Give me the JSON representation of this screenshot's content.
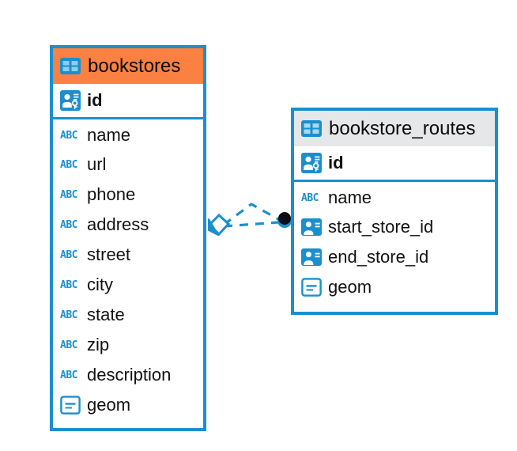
{
  "diagram": {
    "type": "entity-relationship-diagram",
    "background": "#ffffff",
    "accent_color": "#1b8fce",
    "highlight_color": "#fa8142",
    "neutral_header_color": "#e6e7e8"
  },
  "entities": [
    {
      "name": "bookstores",
      "header_style": "accent",
      "table_icon": "table-icon",
      "fields": [
        {
          "label": "id",
          "icon": "primary-key-icon",
          "kind": "pk"
        },
        {
          "label": "name",
          "icon": "abc-text-icon",
          "kind": "text"
        },
        {
          "label": "url",
          "icon": "abc-text-icon",
          "kind": "text"
        },
        {
          "label": "phone",
          "icon": "abc-text-icon",
          "kind": "text"
        },
        {
          "label": "address",
          "icon": "abc-text-icon",
          "kind": "text"
        },
        {
          "label": "street",
          "icon": "abc-text-icon",
          "kind": "text"
        },
        {
          "label": "city",
          "icon": "abc-text-icon",
          "kind": "text"
        },
        {
          "label": "state",
          "icon": "abc-text-icon",
          "kind": "text"
        },
        {
          "label": "zip",
          "icon": "abc-text-icon",
          "kind": "text"
        },
        {
          "label": "description",
          "icon": "abc-text-icon",
          "kind": "text"
        },
        {
          "label": "geom",
          "icon": "geometry-icon",
          "kind": "geometry"
        }
      ]
    },
    {
      "name": "bookstore_routes",
      "header_style": "neutral",
      "table_icon": "table-icon",
      "fields": [
        {
          "label": "id",
          "icon": "primary-key-icon",
          "kind": "pk"
        },
        {
          "label": "name",
          "icon": "abc-text-icon",
          "kind": "text"
        },
        {
          "label": "start_store_id",
          "icon": "foreign-key-icon",
          "kind": "fk"
        },
        {
          "label": "end_store_id",
          "icon": "foreign-key-icon",
          "kind": "fk"
        },
        {
          "label": "geom",
          "icon": "geometry-icon",
          "kind": "geometry"
        }
      ]
    }
  ],
  "relationship": {
    "from_entity": "bookstores",
    "to_entity": "bookstore_routes",
    "line_style": "dashed",
    "line_color": "#1b8fce",
    "source_marker": "diamond-marker",
    "target_marker": "filled-circle-marker",
    "target_marker_color": "#0d0d1a"
  },
  "icon_glyphs": {
    "abc_text": "ABC"
  }
}
